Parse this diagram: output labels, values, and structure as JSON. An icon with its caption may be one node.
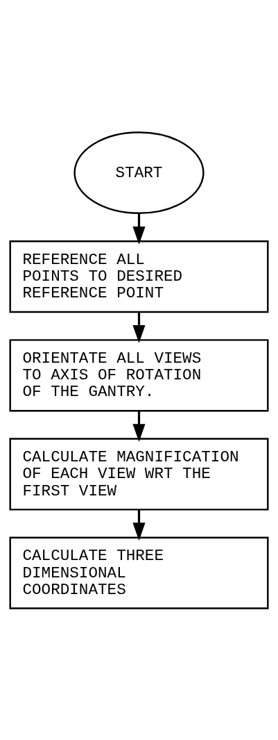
{
  "diagram": {
    "nodes": [
      {
        "text": [
          "START"
        ]
      },
      {
        "text": [
          "REFERENCE ALL POINTS TO DESIRED REFERENCE POINT"
        ]
      },
      {
        "text": [
          "ORIENTATE ALL VIEWS TO AXIS OF ROTATION OF THE GANTRY."
        ]
      },
      {
        "text": [
          "CALCULATE MAGNIFICATION OF EACH VIEW WRT THE FIRST VIEW"
        ]
      },
      {
        "text": [
          "CALCULATE THREE DIMENSIONAL COORDINATES"
        ]
      }
    ],
    "edges": [
      {
        "from": 0,
        "to": 1,
        "arrow": "to"
      },
      {
        "from": 1,
        "to": 2,
        "arrow": "to"
      },
      {
        "from": 2,
        "to": 3,
        "arrow": "to"
      },
      {
        "from": 3,
        "to": 4,
        "arrow": "to"
      }
    ]
  }
}
